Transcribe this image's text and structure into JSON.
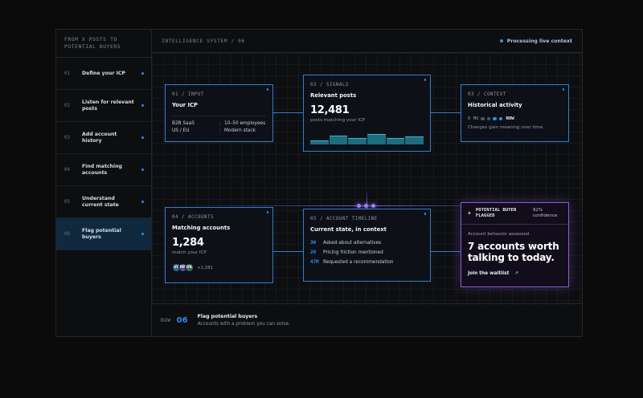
{
  "sidebar": {
    "header": "FROM X POSTS TO POTENTIAL BUYERS",
    "steps": [
      {
        "num": "01",
        "label": "Define your ICP"
      },
      {
        "num": "02",
        "label": "Listen for relevant posts"
      },
      {
        "num": "03",
        "label": "Add account history"
      },
      {
        "num": "04",
        "label": "Find matching accounts"
      },
      {
        "num": "05",
        "label": "Understand current state"
      },
      {
        "num": "06",
        "label": "Flag potential buyers"
      }
    ]
  },
  "topbar": {
    "system": "INTELLIGENCE SYSTEM / 06",
    "status": "Processing live context"
  },
  "cards": {
    "input": {
      "tag": "01 / INPUT",
      "title": "Your ICP",
      "rows": [
        [
          "B2B SaaS",
          "10–50 employees"
        ],
        [
          "US / EU",
          "Modern stack"
        ]
      ]
    },
    "signals": {
      "tag": "02 / SIGNALS",
      "title": "Relevant posts",
      "count": "12,481",
      "sub": "posts matching your ICP"
    },
    "context": {
      "tag": "03 / CONTEXT",
      "title": "Historical activity",
      "from": "6 MO",
      "now": "NOW",
      "sub": "Changes gain meaning over time."
    },
    "accounts": {
      "tag": "04 / ACCOUNTS",
      "title": "Matching accounts",
      "count": "1,284",
      "sub": "match your ICP",
      "avatars": [
        "VC",
        "MR",
        "DK"
      ],
      "more": "+1,281"
    },
    "timeline": {
      "tag": "05 / ACCOUNT TIMELINE",
      "title": "Current state, in context",
      "events": [
        {
          "t": "3W",
          "text": "Asked about alternatives"
        },
        {
          "t": "2H",
          "text": "Pricing friction mentioned"
        },
        {
          "t": "47M",
          "text": "Requested a recommendation"
        }
      ]
    },
    "flag": {
      "label": "POTENTIAL BUYER FLAGGED",
      "confidence_value": "92%",
      "confidence_label": "confidence",
      "assessed": "Account behavior assessed",
      "headline": "7 accounts worth talking to today.",
      "cta": "Join the waitlist",
      "cta_icon": "↗"
    }
  },
  "footer": {
    "now": "NOW",
    "num": "06",
    "title": "Flag potential buyers",
    "desc": "Accounts with a problem you can solve."
  },
  "colors": {
    "accent": "#2b8cf0",
    "purple": "#8a5cd6"
  }
}
